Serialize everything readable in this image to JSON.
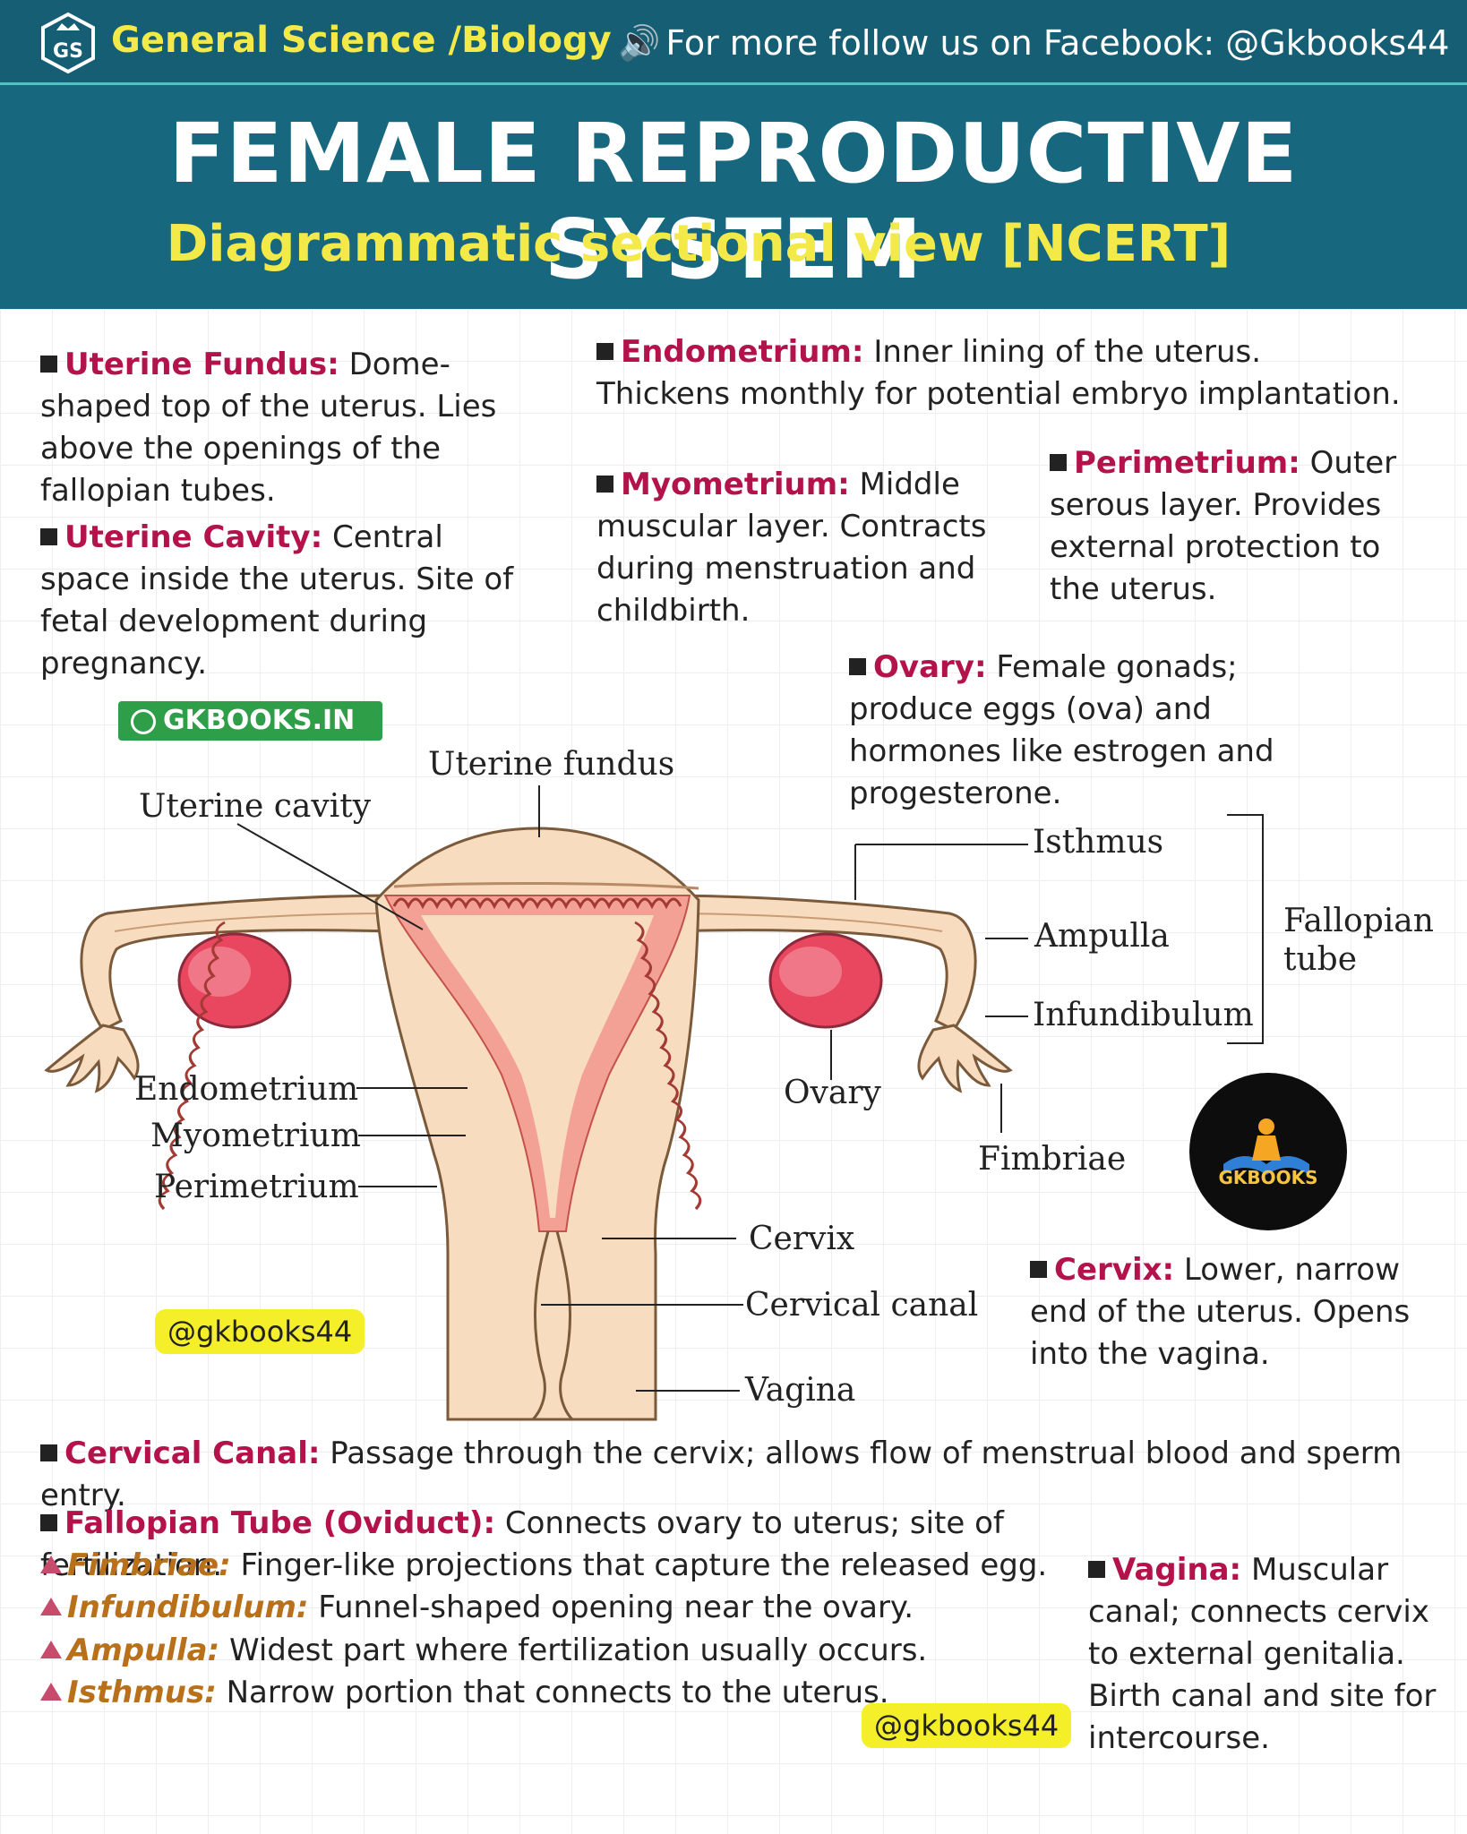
{
  "header": {
    "logo_text": "GS",
    "section": "General Science /Biology",
    "follow": "For  more follow us on Facebook: @Gkbooks44",
    "title": "FEMALE REPRODUCTIVE SYSTEM",
    "subtitle": "Diagrammatic sectional view [NCERT]"
  },
  "notes": {
    "fundus": {
      "term": "Uterine Fundus:",
      "text": " Dome-shaped top of the uterus. Lies above the openings of the fallopian tubes."
    },
    "endometrium": {
      "term": "Endometrium:",
      "text": " Inner lining of the uterus. Thickens monthly for potential embryo implantation."
    },
    "myometrium": {
      "term": "Myometrium:",
      "text": " Middle muscular layer. Contracts during menstruation and childbirth."
    },
    "perimetrium": {
      "term": "Perimetrium:",
      "text": " Outer serous layer. Provides external protection to the uterus."
    },
    "cavity": {
      "term": "Uterine Cavity:",
      "text": " Central space inside the uterus. Site of fetal development during pregnancy."
    },
    "ovary": {
      "term": "Ovary:",
      "text": " Female gonads; produce eggs (ova) and hormones like estrogen and progesterone."
    },
    "cervix": {
      "term": "Cervix:",
      "text": " Lower, narrow end of the uterus. Opens into the vagina."
    },
    "cervical_canal": {
      "term": "Cervical Canal:",
      "text": " Passage through the cervix; allows flow of menstrual blood and sperm entry."
    },
    "fallopian": {
      "term": "Fallopian Tube (Oviduct):",
      "text": " Connects ovary to uterus; site of fertilization."
    },
    "vagina": {
      "term": "Vagina:",
      "text": " Muscular canal; connects cervix to external genitalia. Birth canal and site for intercourse."
    }
  },
  "sub_notes": [
    {
      "term": "Fimbriae:",
      "text": " Finger-like projections that capture the released egg."
    },
    {
      "term": "Infundibulum:",
      "text": " Funnel-shaped opening near the ovary."
    },
    {
      "term": "Ampulla:",
      "text": " Widest part where fertilization usually occurs."
    },
    {
      "term": "Isthmus:",
      "text": " Narrow portion that connects to the uterus."
    }
  ],
  "diagram_labels": {
    "uterine_fundus": "Uterine fundus",
    "uterine_cavity": "Uterine cavity",
    "isthmus": "Isthmus",
    "ampulla": "Ampulla",
    "infundibulum": "Infundibulum",
    "fallopian_tube_1": "Fallopian",
    "fallopian_tube_2": "tube",
    "endometrium": "Endometrium",
    "myometrium": "Myometrium",
    "perimetrium": "Perimetrium",
    "ovary": "Ovary",
    "fimbriae": "Fimbriae",
    "cervix": "Cervix",
    "cervical_canal": "Cervical canal",
    "vagina": "Vagina"
  },
  "badges": {
    "site": "GKBOOKS.IN",
    "handle_1": "@gkbooks44",
    "handle_2": "@gkbooks44",
    "brand": "GKBOOKS"
  },
  "colors": {
    "header_bg": "#17687f",
    "accent_yellow": "#f3ea4a",
    "term_color": "#b3124a",
    "subterm_color": "#b8701a",
    "uterus_fill": "#f8dcbf",
    "endometrium_fill": "#f08c8c",
    "ovary_fill": "#e8475f"
  }
}
